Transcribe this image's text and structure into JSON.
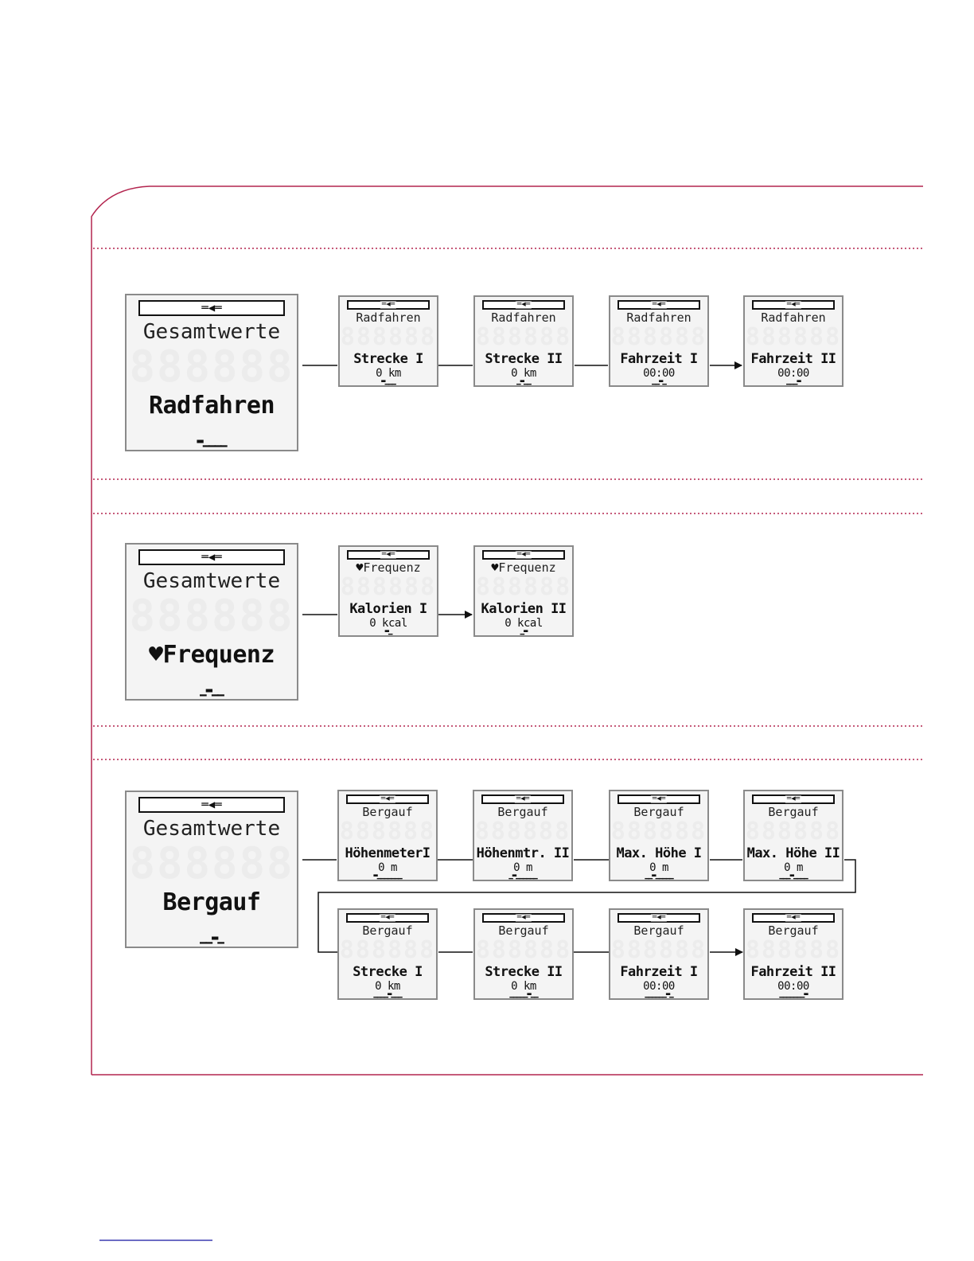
{
  "colors": {
    "frame": "#b3254f",
    "separator": "#b3254f",
    "lcd_border": "#8a8a8a",
    "lcd_bg": "#f4f4f4",
    "text": "#111111"
  },
  "icons": {
    "plug": "plug-icon",
    "heart": "heart-icon",
    "arrow": "arrow-right-icon"
  },
  "rows": [
    {
      "main": {
        "header": "Gesamtwerte",
        "title": "Radfahren",
        "heart": false,
        "dots": "▬▁▁▁▁"
      },
      "screens": [
        {
          "header": "Radfahren",
          "title": "Strecke I",
          "value": "0 km",
          "dots": "▬▁▁▁"
        },
        {
          "header": "Radfahren",
          "title": "Strecke II",
          "value": "0 km",
          "dots": "▁▬▁▁"
        },
        {
          "header": "Radfahren",
          "title": "Fahrzeit I",
          "value": "00:00",
          "dots": "▁▁▬▁"
        },
        {
          "header": "Radfahren",
          "title": "Fahrzeit II",
          "value": "00:00",
          "dots": "▁▁▁▬"
        }
      ]
    },
    {
      "main": {
        "header": "Gesamtwerte",
        "title": "Frequenz",
        "heart": true,
        "dots": "▁▬▁▁"
      },
      "screens": [
        {
          "header": "Frequenz",
          "title": "Kalorien I",
          "value": "0 kcal",
          "dots": "▬▁",
          "heart": true
        },
        {
          "header": "Frequenz",
          "title": "Kalorien II",
          "value": "0 kcal",
          "dots": "▁▬",
          "heart": true
        }
      ]
    },
    {
      "main": {
        "header": "Gesamtwerte",
        "title": "Bergauf",
        "heart": false,
        "dots": "▁▁▬▁"
      },
      "screens": [
        {
          "header": "Bergauf",
          "title": "HöhenmeterI",
          "value": "0 m",
          "dots": "▬▁▁▁▁▁▁▁"
        },
        {
          "header": "Bergauf",
          "title": "Höhenmtr. II",
          "value": "0 m",
          "dots": "▁▬▁▁▁▁▁▁"
        },
        {
          "header": "Bergauf",
          "title": "Max. Höhe I",
          "value": "0 m",
          "dots": "▁▁▬▁▁▁▁▁"
        },
        {
          "header": "Bergauf",
          "title": "Max. Höhe II",
          "value": "0 m",
          "dots": "▁▁▁▬▁▁▁▁"
        },
        {
          "header": "Bergauf",
          "title": "Strecke I",
          "value": "0 km",
          "dots": "▁▁▁▁▬▁▁▁"
        },
        {
          "header": "Bergauf",
          "title": "Strecke II",
          "value": "0 km",
          "dots": "▁▁▁▁▁▬▁▁"
        },
        {
          "header": "Bergauf",
          "title": "Fahrzeit I",
          "value": "00:00",
          "dots": "▁▁▁▁▁▁▬▁"
        },
        {
          "header": "Bergauf",
          "title": "Fahrzeit II",
          "value": "00:00",
          "dots": "▁▁▁▁▁▁▁▬"
        }
      ]
    }
  ]
}
